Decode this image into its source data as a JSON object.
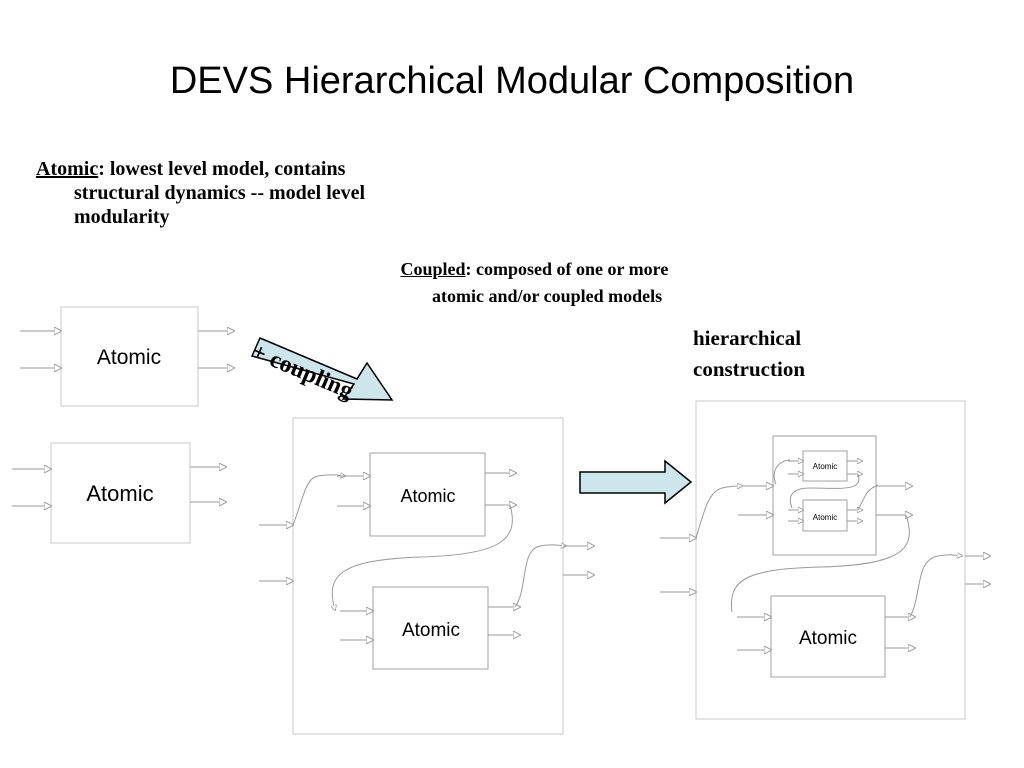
{
  "title": "DEVS Hierarchical Modular Composition",
  "atomic_note": {
    "term": "Atomic",
    "rest": ": lowest level model, contains structural dynamics -- model level modularity"
  },
  "coupled_note": {
    "term": "Coupled",
    "rest": ": composed of one or more atomic and/or coupled models"
  },
  "hier_note": "hierarchical construction",
  "coupling_arrow_label": "+ coupling",
  "atomic_label": "Atomic",
  "colors": {
    "arrow_fill": "#cde6ec",
    "box_stroke": "#c8c8c8"
  }
}
